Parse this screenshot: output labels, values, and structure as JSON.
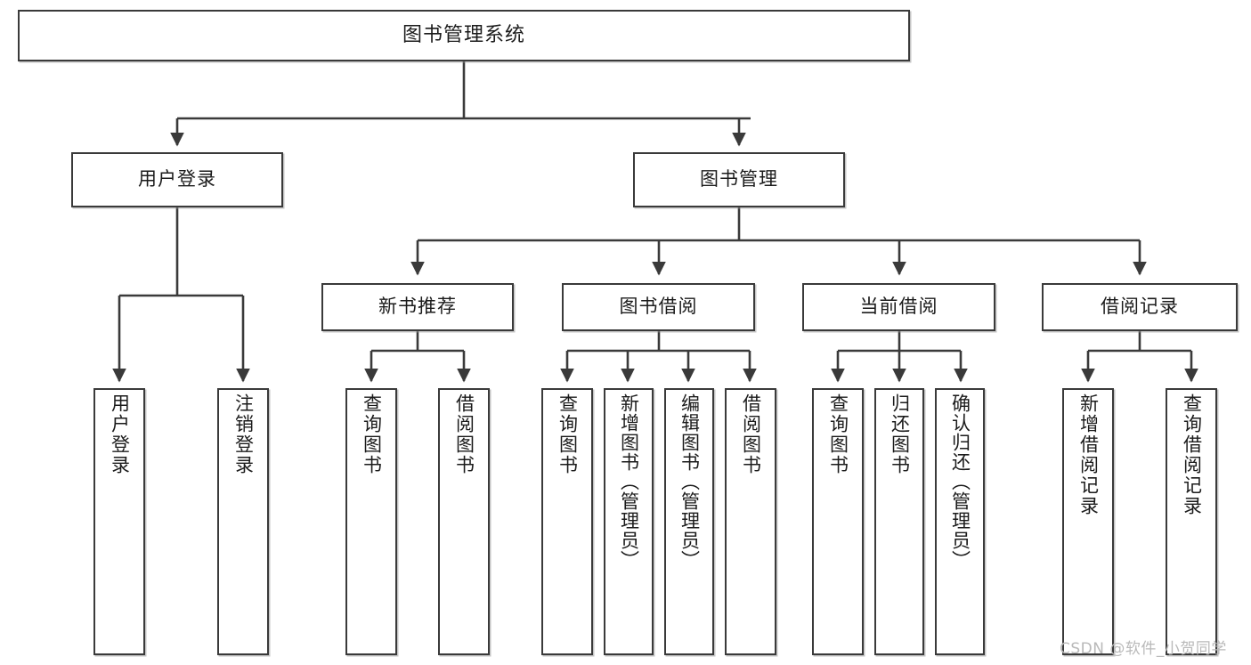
{
  "diagram": {
    "type": "tree",
    "title": "图书管理系统",
    "root": {
      "label": "图书管理系统"
    },
    "level2": [
      {
        "label": "用户登录"
      },
      {
        "label": "图书管理"
      }
    ],
    "level3": [
      {
        "label": "新书推荐"
      },
      {
        "label": "图书借阅"
      },
      {
        "label": "当前借阅"
      },
      {
        "label": "借阅记录"
      }
    ],
    "leaves": {
      "user_login": [
        {
          "label": "用户登录"
        },
        {
          "label": "注销登录"
        }
      ],
      "new_book_recommend": [
        {
          "label": "查询图书"
        },
        {
          "label": "借阅图书"
        }
      ],
      "book_borrow": [
        {
          "label": "查询图书"
        },
        {
          "label": "新增图书（管理员）"
        },
        {
          "label": "编辑图书（管理员）"
        },
        {
          "label": "借阅图书"
        }
      ],
      "current_borrow": [
        {
          "label": "查询图书"
        },
        {
          "label": "归还图书"
        },
        {
          "label": "确认归还（管理员）"
        }
      ],
      "borrow_records": [
        {
          "label": "新增借阅记录"
        },
        {
          "label": "查询借阅记录"
        }
      ]
    }
  },
  "watermark": {
    "text": "CSDN @软件_小贺同学"
  },
  "colors": {
    "border": "#3a3a3a",
    "text": "#1b1b1b",
    "background": "#ffffff",
    "watermark": "#b9b9b9"
  }
}
